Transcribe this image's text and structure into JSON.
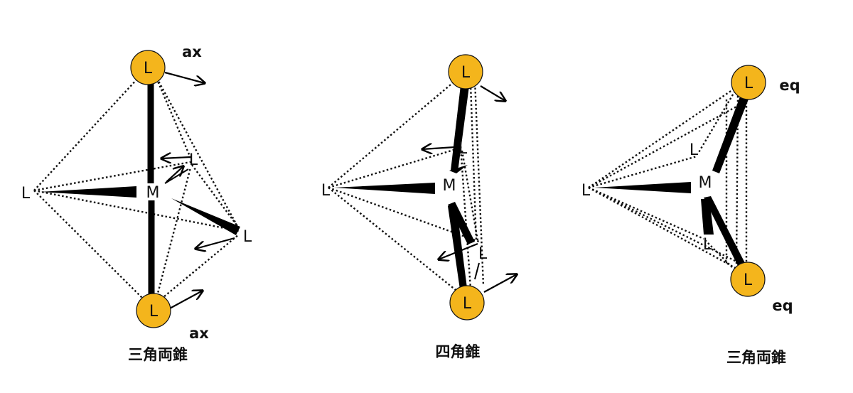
{
  "colors": {
    "ligand_ball": "#f4b51c",
    "line": "#000000",
    "background": "#ffffff"
  },
  "symbols": {
    "metal": "M",
    "ligand": "L"
  },
  "panels": [
    {
      "ax_top_label": "ax",
      "ax_bottom_label": "ax",
      "caption": "三角両錐"
    },
    {
      "caption": "四角錐"
    },
    {
      "eq_top_label": "eq",
      "eq_bottom_label": "eq",
      "caption": "三角両錐"
    }
  ]
}
